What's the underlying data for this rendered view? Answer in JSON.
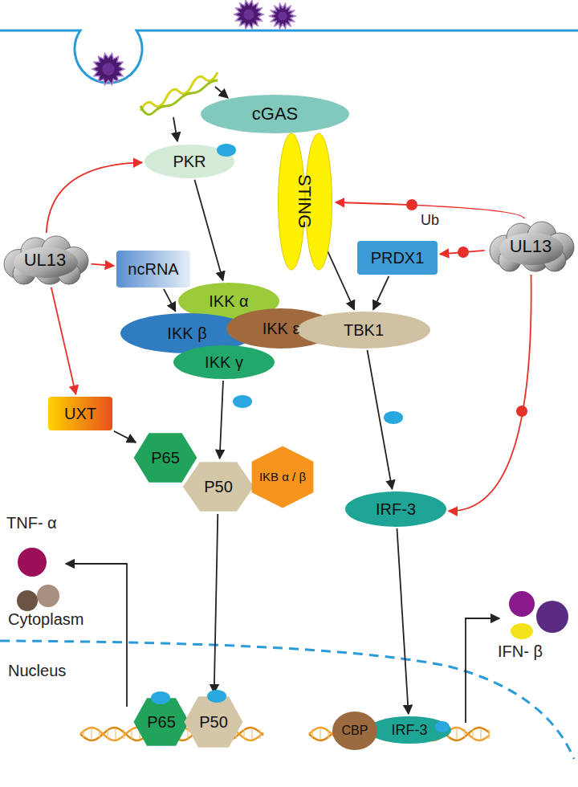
{
  "diagram": {
    "nodes": [
      {
        "text": [
          "cGAS"
        ]
      },
      {
        "text": [
          "PKR"
        ]
      },
      {
        "text": [
          "STING"
        ]
      },
      {
        "text": [
          "UL13"
        ]
      },
      {
        "text": [
          "UL13"
        ]
      },
      {
        "text": [
          "ncRNA"
        ]
      },
      {
        "text": [
          "PRDX1"
        ]
      },
      {
        "text": [
          "IKK α"
        ]
      },
      {
        "text": [
          "IKK β"
        ]
      },
      {
        "text": [
          "IKK ε"
        ]
      },
      {
        "text": [
          "IKK γ"
        ]
      },
      {
        "text": [
          "TBK1"
        ]
      },
      {
        "text": [
          "UXT"
        ]
      },
      {
        "text": [
          "P65"
        ]
      },
      {
        "text": [
          "P50"
        ]
      },
      {
        "text": [
          "IKB α / β"
        ]
      },
      {
        "text": [
          "IRF-3"
        ]
      },
      {
        "text": [
          "P65"
        ]
      },
      {
        "text": [
          "P50"
        ]
      },
      {
        "text": [
          "CBP"
        ]
      },
      {
        "text": [
          "IRF-3"
        ]
      }
    ],
    "edges": [
      {
        "from": 3,
        "to": 1,
        "arrow": "to"
      },
      {
        "from": 3,
        "to": 5,
        "arrow": "to"
      },
      {
        "from": 3,
        "to": 12,
        "arrow": "to"
      },
      {
        "from": 1,
        "to": 7,
        "arrow": "to"
      },
      {
        "from": 5,
        "to": 8,
        "arrow": "to"
      },
      {
        "from": 2,
        "to": 11,
        "arrow": "to"
      },
      {
        "from": 6,
        "to": 11,
        "arrow": "to"
      },
      {
        "from": 4,
        "to": 2,
        "arrow": "to"
      },
      {
        "from": 4,
        "to": 6,
        "arrow": "to"
      },
      {
        "from": 4,
        "to": 16,
        "arrow": "to"
      },
      {
        "from": 11,
        "to": 16,
        "arrow": "to"
      },
      {
        "from": 10,
        "to": 14,
        "arrow": "to"
      },
      {
        "from": 12,
        "to": 13,
        "arrow": "to"
      },
      {
        "from": 14,
        "to": 18,
        "arrow": "to"
      },
      {
        "from": 16,
        "to": 20,
        "arrow": "to"
      }
    ],
    "labels": [
      "Ub",
      "TNF- α",
      "Cytoplasm",
      "Nucleus",
      "IFN- β"
    ]
  }
}
